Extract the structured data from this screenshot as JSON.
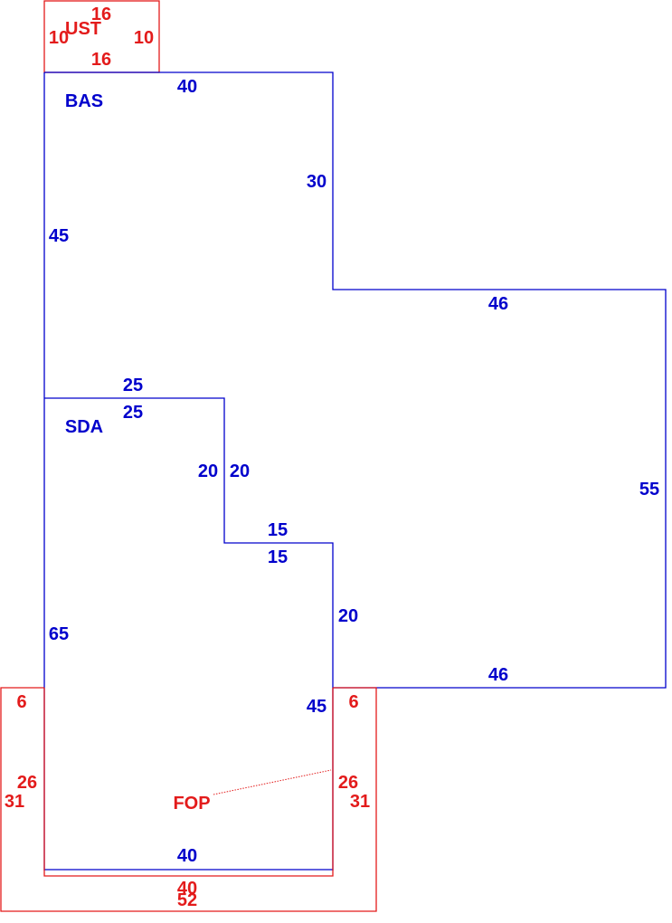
{
  "colors": {
    "main_area": "#0000cc",
    "accessory_area": "#e31b1b"
  },
  "areas": {
    "ust": {
      "name": "UST",
      "top": "16",
      "bottom": "16",
      "left": "10",
      "right": "10"
    },
    "bas": {
      "name": "BAS",
      "top": "40",
      "upper_right": "30",
      "left_upper": "45",
      "step_top": "46",
      "far_right": "55",
      "step_bottom": "46"
    },
    "sda": {
      "name": "SDA",
      "top_outer": "25",
      "top_inner": "25",
      "step_left": "20",
      "step_right": "20",
      "ledge_outer": "15",
      "ledge_inner": "15",
      "right_upper": "20",
      "left_lower": "65",
      "right_lower": "45",
      "bottom": "40"
    },
    "fop": {
      "name": "FOP",
      "left_top": "6",
      "right_top": "6",
      "left_inner": "26",
      "left_outer": "31",
      "right_inner": "26",
      "right_outer": "31",
      "bottom_inner": "40",
      "bottom_outer": "52"
    }
  }
}
